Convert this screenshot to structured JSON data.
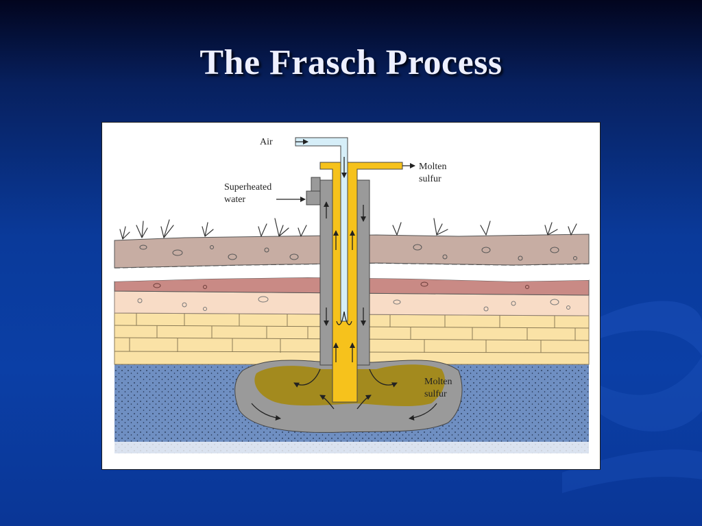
{
  "slide": {
    "title": "The Frasch Process"
  },
  "diagram": {
    "labels": {
      "air": "Air",
      "superheated_line1": "Superheated",
      "superheated_line2": "water",
      "molten_top_line1": "Molten",
      "molten_top_line2": "sulfur",
      "molten_bottom_line1": "Molten",
      "molten_bottom_line2": "sulfur"
    },
    "colors": {
      "slide_background": "#0a3a9a",
      "air_pipe": "#d6eef8",
      "sulfur_pipe": "#f6c21c",
      "water_pipe": "#9a9a9a",
      "topsoil": "#c7ada3",
      "red_layer": "#c98a85",
      "sand_layer": "#f8dcc6",
      "limestone": "#fae2a6",
      "aquifer": "#6f8fc2",
      "sulfur_deposit": "#a38a1e",
      "rock_pocket": "#9a9a9a"
    }
  }
}
